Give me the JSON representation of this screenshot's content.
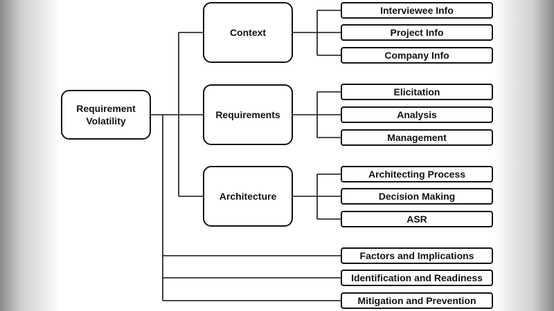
{
  "root": {
    "line1": "Requirement",
    "line2": "Volatility"
  },
  "categories": [
    {
      "label": "Context",
      "children": [
        "Interviewee Info",
        "Project Info",
        "Company Info"
      ]
    },
    {
      "label": "Requirements",
      "children": [
        "Elicitation",
        "Analysis",
        "Management"
      ]
    },
    {
      "label": "Architecture",
      "children": [
        "Architecting Process",
        "Decision Making",
        "ASR"
      ]
    }
  ],
  "direct_leaves": [
    "Factors and Implications",
    "Identification and Readiness",
    "Mitigation and Prevention"
  ]
}
